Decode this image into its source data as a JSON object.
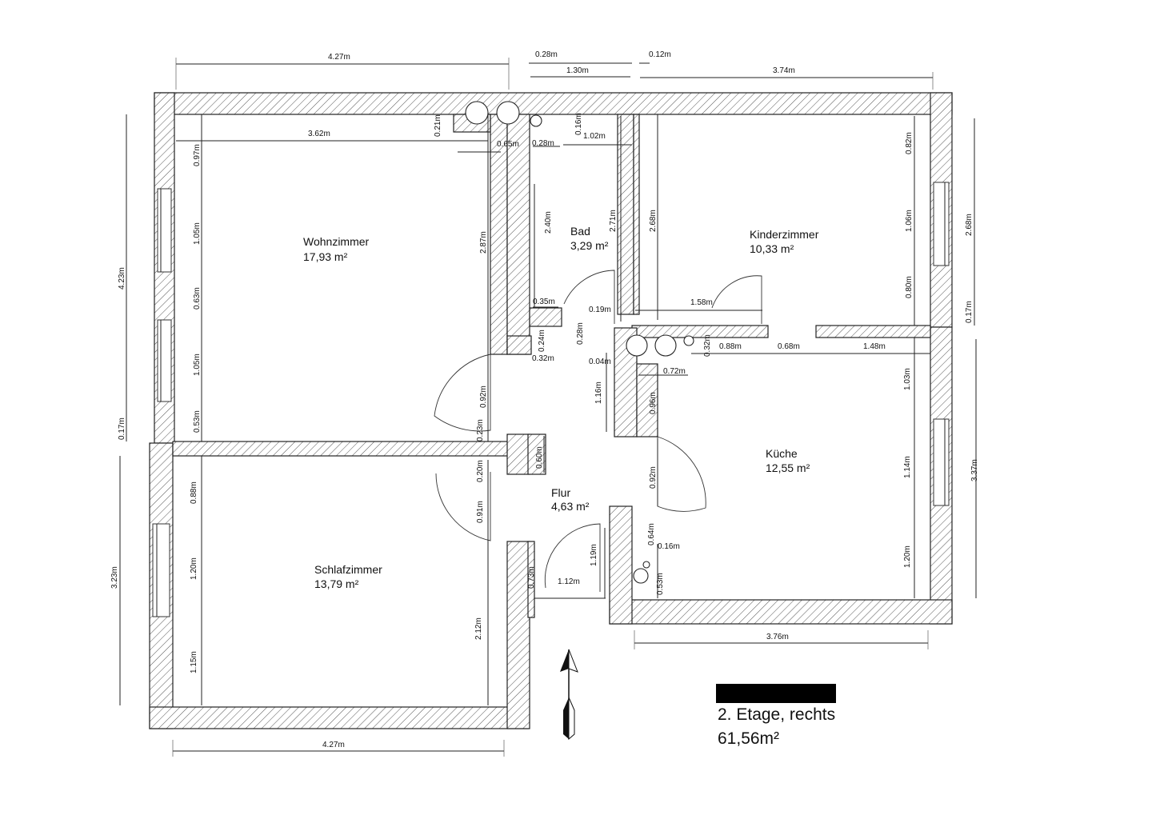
{
  "rooms": {
    "wohnzimmer": {
      "name": "Wohnzimmer",
      "area": "17,93 m²"
    },
    "bad": {
      "name": "Bad",
      "area": "3,29 m²"
    },
    "kinderzimmer": {
      "name": "Kinderzimmer",
      "area": "10,33 m²"
    },
    "kueche": {
      "name": "Küche",
      "area": "12,55 m²"
    },
    "flur": {
      "name": "Flur",
      "area": "4,63 m²"
    },
    "schlafzimmer": {
      "name": "Schlafzimmer",
      "area": "13,79 m²"
    }
  },
  "caption": {
    "box_color": "#000000",
    "floor": "2. Etage, rechts",
    "total_area": "61,56m²"
  },
  "north_arrow": {
    "icon": "north-arrow-icon"
  },
  "dimensions": {
    "top_left_width": "4.27m",
    "top_bad_offset": "0.28m",
    "top_bad_width": "1.30m",
    "top_wall": "0.12m",
    "top_right_width": "3.74m",
    "wohn_width": "3.62m",
    "niche_depth": "0.21m",
    "niche_width": "0.65m",
    "pipe_offset": "0.28m",
    "bad_top_wall": "0.16m",
    "bad_top_width": "1.02m",
    "wohn_v1": "0.97m",
    "wohn_v2": "1.05m",
    "wohn_v3": "0.63m",
    "wohn_v4": "1.05m",
    "wohn_v5": "0.53m",
    "left_total_upper": "4.23m",
    "left_wall": "0.17m",
    "wohn_right_h": "2.87m",
    "bad_h1": "2.40m",
    "bad_h2": "2.71m",
    "kind_left_h": "2.68m",
    "kind_r1": "0.82m",
    "kind_r2": "1.06m",
    "kind_r3": "0.80m",
    "right_total_upper": "2.68m",
    "right_wall": "0.17m",
    "bad_door_w": "0.35m",
    "bad_door_offset": "0.19m",
    "kind_door": "1.58m",
    "small_024": "0.24m",
    "small_028": "0.28m",
    "small_032": "0.32m",
    "small_004": "0.04m",
    "flur_small": "0.32m",
    "kind_wall_a": "0.88m",
    "kind_wall_b": "0.68m",
    "kind_wall_c": "1.48m",
    "kueche_niche": "0.72m",
    "flur_door_wohn": "0.92m",
    "flur_h1": "1.16m",
    "kueche_l1": "0.96m",
    "wall_023": "0.23m",
    "wall_060": "0.60m",
    "wall_020": "0.20m",
    "flur_door_kueche": "0.92m",
    "flur_door_schlaf": "0.91m",
    "kueche_r1": "1.03m",
    "kueche_r2": "1.14m",
    "kueche_r3": "1.20m",
    "right_total_lower": "3.37m",
    "schlaf_v1": "0.88m",
    "schlaf_v2": "1.20m",
    "schlaf_v3": "1.15m",
    "left_total_lower": "3.23m",
    "schlaf_right_h": "2.12m",
    "flur_w": "1.12m",
    "flur_wall": "0.73m",
    "flur_h2": "1.19m",
    "kueche_pipe_a": "0.64m",
    "kueche_pipe_b": "0.16m",
    "kueche_pipe_c": "0.53m",
    "bottom_left_width": "4.27m",
    "bottom_right_width": "3.76m"
  }
}
